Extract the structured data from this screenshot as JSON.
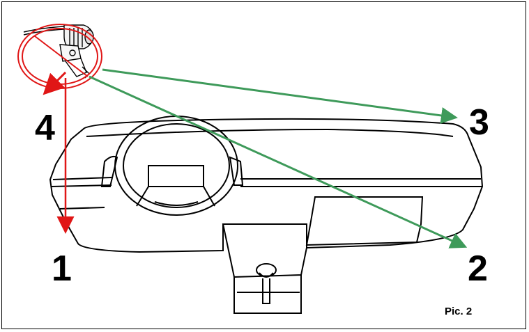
{
  "labels": {
    "n1": "1",
    "n2": "2",
    "n3": "3",
    "n4": "4"
  },
  "caption": "Pic. 2",
  "colors": {
    "prohibited": "#e01616",
    "allowed": "#3e9a5a",
    "outline": "#000000"
  },
  "icons": {
    "camera": "dash-camera-icon",
    "prohibition": "no-sign-icon"
  }
}
